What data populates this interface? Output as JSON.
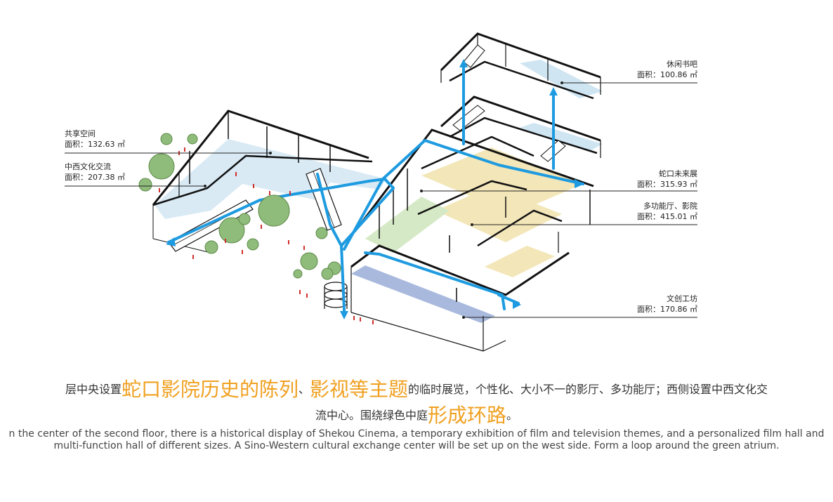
{
  "labels": {
    "shared_space": {
      "name": "共享空间",
      "area": "面积：132.63 ㎡"
    },
    "cultural_exchange": {
      "name": "中西文化交流",
      "area": "面积：207.38 ㎡"
    },
    "book_bar": {
      "name": "休闲书吧",
      "area": "面积：100.86 ㎡"
    },
    "shekou_future": {
      "name": "蛇口未来展",
      "area": "面积：315.93 ㎡"
    },
    "multi_hall": {
      "name": "多功能厅、影院",
      "area": "面积：415.01 ㎡"
    },
    "creative_workshop": {
      "name": "文创工坊",
      "area": "面积：170.86 ㎡"
    }
  },
  "caption": {
    "cn_line1_a": "层中央设置",
    "cn_line1_hl1": "蛇口影院历史的陈列",
    "cn_line1_b": "、",
    "cn_line1_hl2": "影视等主题",
    "cn_line1_c": "的临时展览，个性化、大小不一的影厅、多功能厅；西侧设置中西文化交",
    "cn_line2_a": "流中心。围绕绿色中庭",
    "cn_line2_hl": "形成环路",
    "cn_line2_b": "。",
    "en_line1": "n the center of the second floor, there is a historical display of Shekou Cinema, a temporary exhibition of film and television themes, and a personalized film hall and",
    "en_line2": "multi-function hall of different sizes. A Sino-Western cultural exchange center will be set up on the west side. Form a loop around the green atrium."
  },
  "colors": {
    "circulation": "#1e9be0",
    "tree": "#8fbc7a",
    "highlight": "#f0a020",
    "zone_yellow": "#f3e6b8",
    "zone_green": "#d6e9c6",
    "zone_blue": "#a9b9de",
    "zone_lightblue": "#cfe5f2"
  }
}
